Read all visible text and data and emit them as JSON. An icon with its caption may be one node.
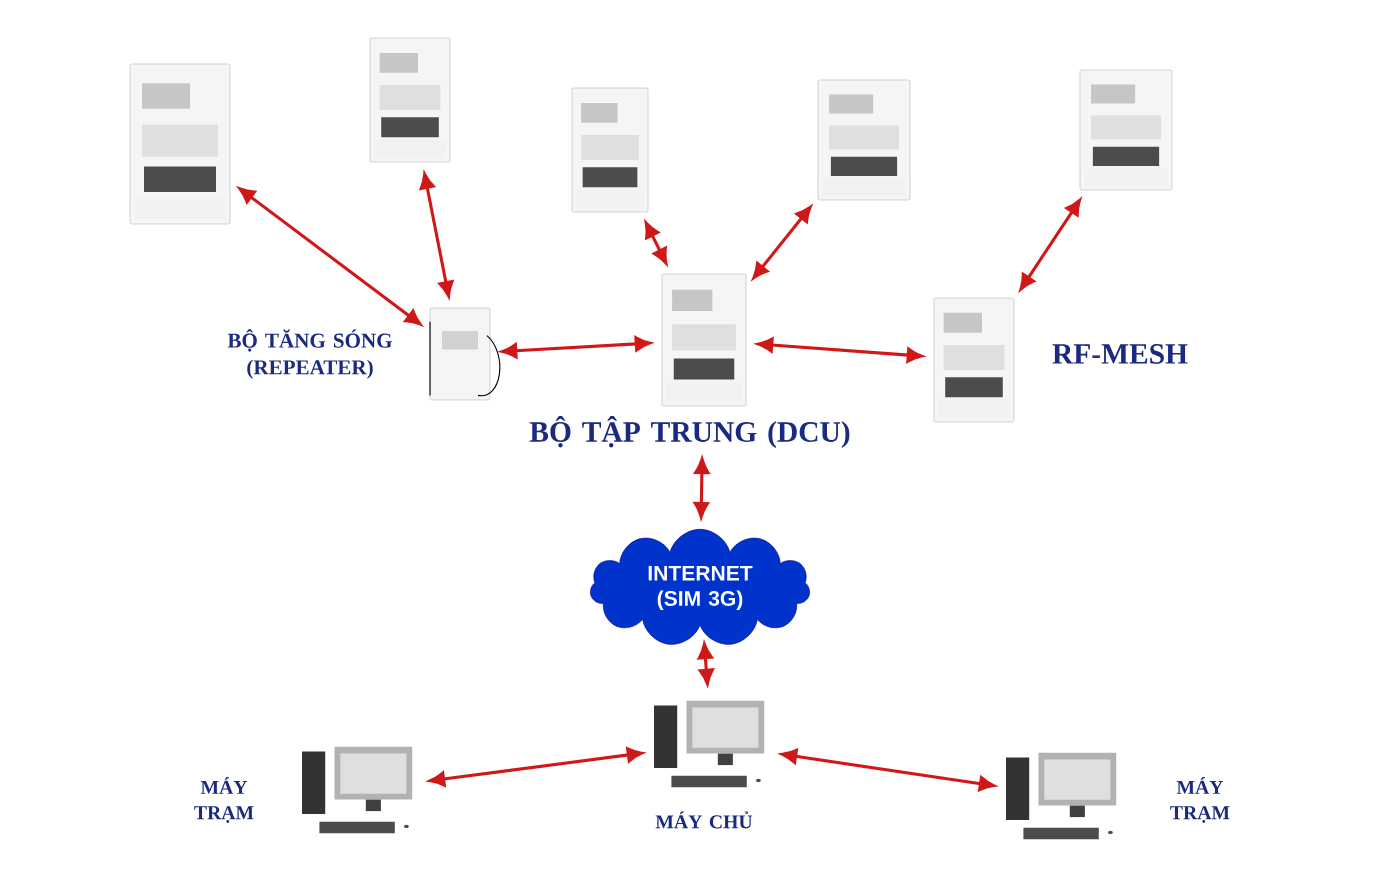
{
  "diagram": {
    "nodes": [
      {
        "text": [],
        "shape": "picture"
      },
      {
        "text": [],
        "shape": "picture"
      },
      {
        "text": [],
        "shape": "picture"
      },
      {
        "text": [],
        "shape": "picture"
      },
      {
        "text": [],
        "shape": "picture"
      },
      {
        "text": [],
        "shape": "picture",
        "beside": [
          "BỘ TĂNG SÓNG (REPEATER)"
        ]
      },
      {
        "text": [],
        "shape": "picture",
        "beside": [
          "BỘ TẬP TRUNG (DCU)"
        ]
      },
      {
        "text": [],
        "shape": "picture",
        "beside": [
          "RF-MESH"
        ]
      },
      {
        "text": [
          "INTERNET (SIM 3G)"
        ]
      },
      {
        "text": [],
        "shape": "picture",
        "beside": [
          "MÁY CHỦ"
        ]
      },
      {
        "text": [],
        "shape": "picture",
        "beside": [
          "MÁY TRẠM"
        ]
      },
      {
        "text": [],
        "shape": "picture",
        "beside": [
          "MÁY TRẠM"
        ]
      }
    ],
    "edges": [
      {
        "from": 0,
        "to": 5,
        "arrow": "both"
      },
      {
        "from": 1,
        "to": 5,
        "arrow": "both"
      },
      {
        "from": 5,
        "to": 6,
        "arrow": "both"
      },
      {
        "from": 2,
        "to": 6,
        "arrow": "both"
      },
      {
        "from": 3,
        "to": 6,
        "arrow": "both"
      },
      {
        "from": 4,
        "to": 7,
        "arrow": "both"
      },
      {
        "from": 6,
        "to": 7,
        "arrow": "both"
      },
      {
        "from": 6,
        "to": 8,
        "arrow": "both"
      },
      {
        "from": 8,
        "to": 9,
        "arrow": "both"
      },
      {
        "from": 9,
        "to": 10,
        "arrow": "both"
      },
      {
        "from": 9,
        "to": 11,
        "arrow": "both"
      }
    ]
  }
}
